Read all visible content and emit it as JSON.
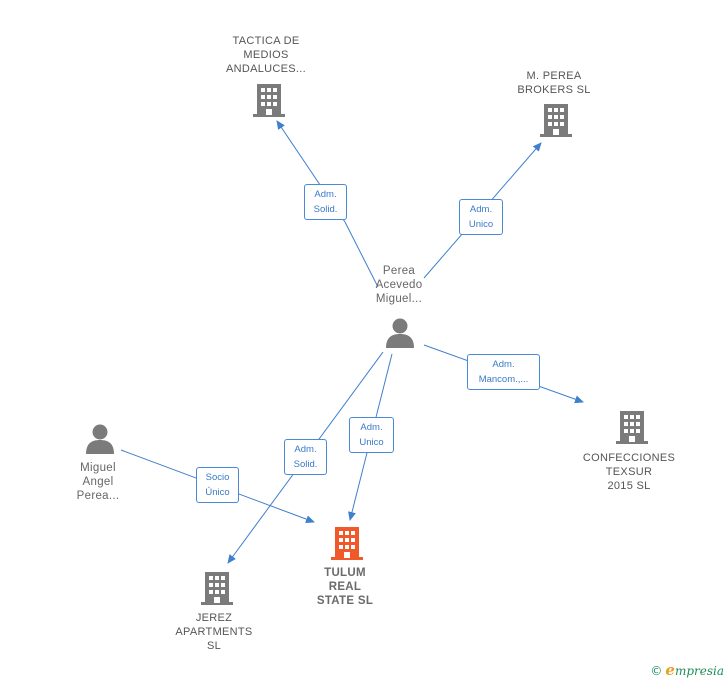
{
  "colors": {
    "edge": "#3f7fcc",
    "company": "#7b7b7b",
    "company_main": "#f0592a",
    "person": "#7b7b7b"
  },
  "nodes": {
    "tactica": {
      "label": "TACTICA DE\nMEDIOS\nANDALUCES...",
      "icon": "building-icon"
    },
    "perea_brokers": {
      "label": "M.  PEREA\nBROKERS  SL",
      "icon": "building-icon"
    },
    "perea_acevedo": {
      "label": "Perea\nAcevedo\nMiguel...",
      "icon": "person-icon"
    },
    "confecciones": {
      "label": "CONFECCIONES\nTEXSUR\n2015  SL",
      "icon": "building-icon"
    },
    "miguel_angel": {
      "label": "Miguel\nAngel\nPerea...",
      "icon": "person-icon"
    },
    "tulum": {
      "label": "TULUM\nREAL\nSTATE  SL",
      "icon": "building-icon"
    },
    "jerez": {
      "label": "JEREZ\nAPARTMENTS\nSL",
      "icon": "building-icon"
    }
  },
  "edges": {
    "e_tactica": "Adm.\nSolid.",
    "e_brokers": "Adm.\nUnico",
    "e_confecciones": "Adm.\nMancom.,...",
    "e_jerez": "Adm.\nSolid.",
    "e_tulum": "Adm.\nUnico",
    "e_socio": "Socio\nÚnico"
  },
  "brand": {
    "copyright": "©",
    "e": "e",
    "rest": "mpresia"
  }
}
